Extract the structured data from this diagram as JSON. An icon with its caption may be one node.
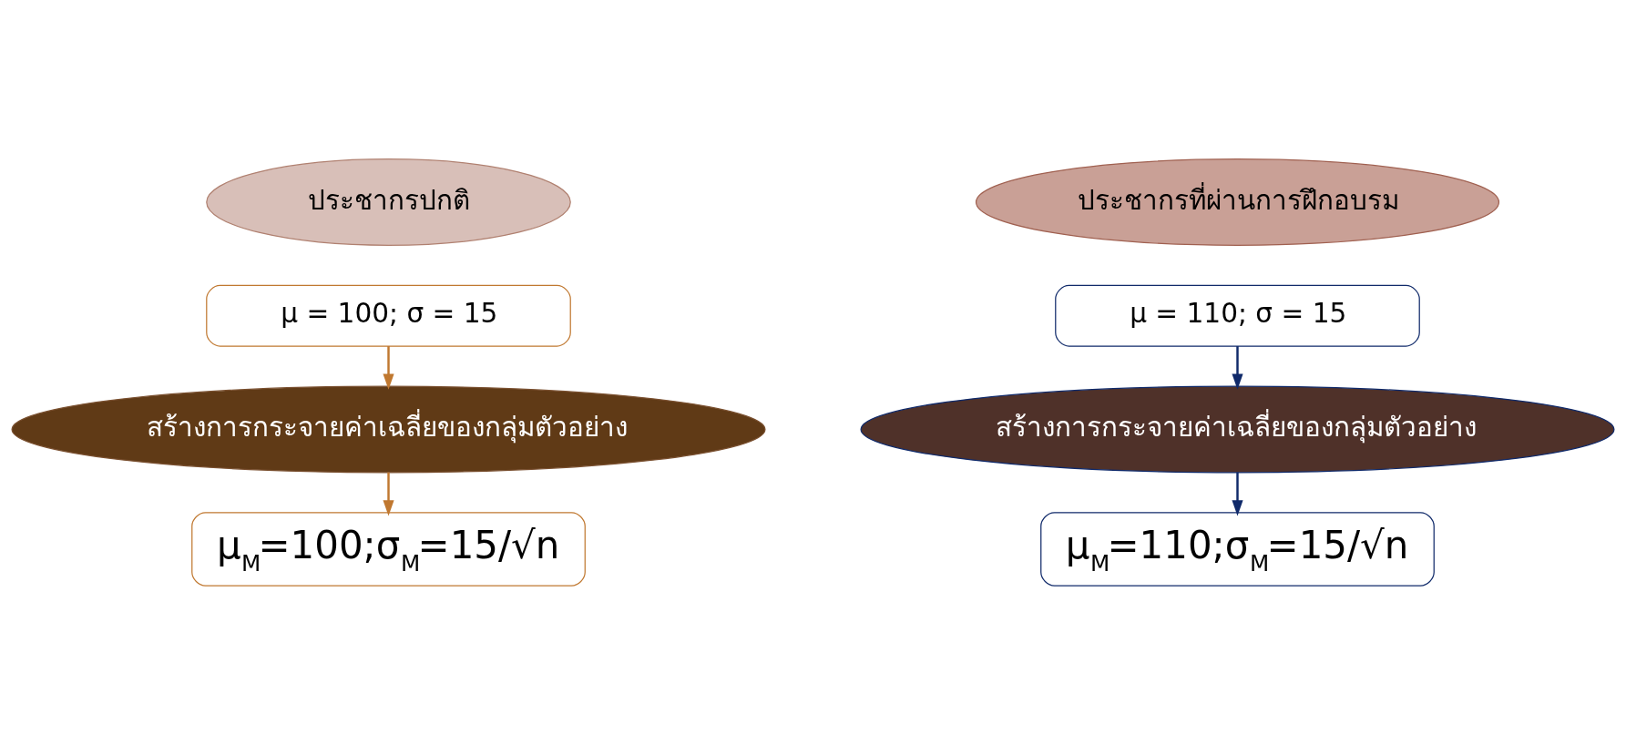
{
  "diagram": {
    "nodes": [
      {
        "text": [
          "ประชากรปกติ"
        ]
      },
      {
        "text": [
          "μ = 100; σ = 15"
        ]
      },
      {
        "text": [
          "สร้างการกระจายค่าเฉลี่ยของกลุ่มตัวอย่าง"
        ]
      },
      {
        "text": [
          "μ$_{M}$=100;σ$_{M}$=15/√n"
        ]
      },
      {
        "text": [
          "ประชากรที่ผ่านการฝึกอบรม"
        ]
      },
      {
        "text": [
          "μ = 110; σ = 15"
        ]
      },
      {
        "text": [
          "สร้างการกระจายค่าเฉลี่ยของกลุ่มตัวอย่าง"
        ]
      },
      {
        "text": [
          "μ$_{M}$=110;σ$_{M}$=15/√n"
        ]
      }
    ],
    "edges": [
      {
        "from": 1,
        "to": 2,
        "arrow": "to",
        "color": "#c07830"
      },
      {
        "from": 2,
        "to": 3,
        "arrow": "to",
        "color": "#c07830"
      },
      {
        "from": 5,
        "to": 6,
        "arrow": "to",
        "color": "#102a6a"
      },
      {
        "from": 6,
        "to": 7,
        "arrow": "to",
        "color": "#102a6a"
      }
    ]
  }
}
